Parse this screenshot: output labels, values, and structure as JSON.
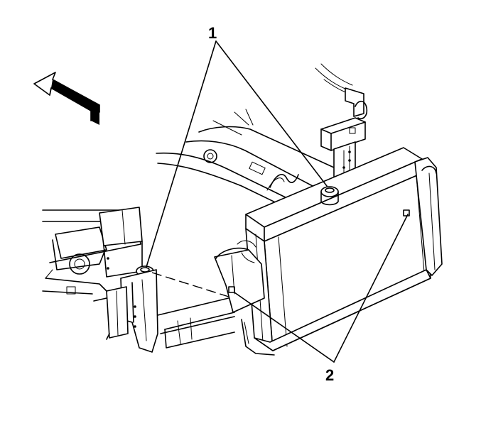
{
  "callouts": [
    {
      "id": "1",
      "label": "1"
    },
    {
      "id": "2",
      "label": "2"
    }
  ],
  "icons": {
    "direction_arrow": "front-direction-arrow-icon"
  }
}
